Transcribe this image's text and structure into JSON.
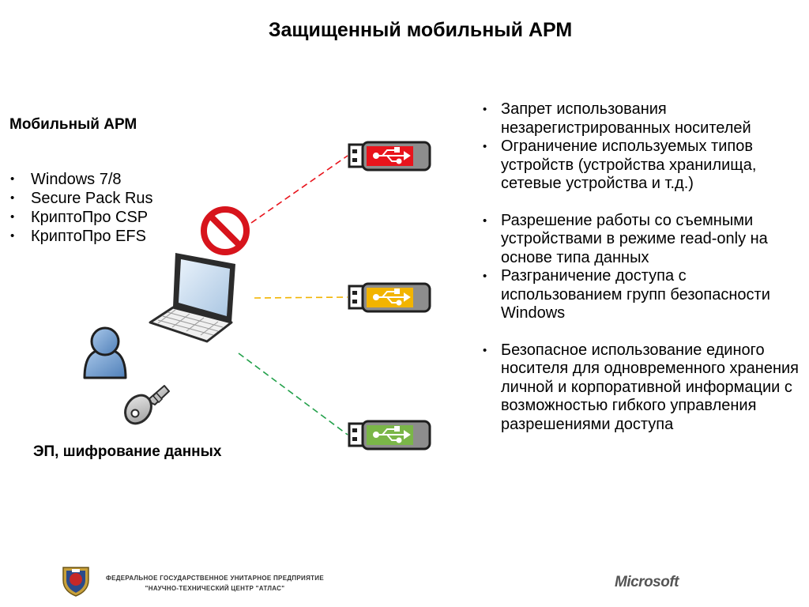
{
  "slide": {
    "title": "Защищенный мобильный АРМ"
  },
  "left_panel": {
    "heading": "Мобильный АРМ",
    "items": [
      "Windows 7/8",
      "Secure Pack Rus",
      "КриптоПро CSP",
      "КриптоПро EFS"
    ],
    "caption": "ЭП, шифрование данных"
  },
  "right_panel": {
    "items": [
      "Запрет использования незарегистрированных носителей",
      "Ограничение используемых типов устройств (устройства хранилища, сетевые устройства и т.д.)",
      "Разрешение работы со съемными устройствами в режиме read-only на основе типа данных",
      "Разграничение доступа с использованием групп безопасности Windows",
      "Безопасное использование единого носителя для одновременного хранения личной и корпоративной информации с возможностью гибкого управления разрешениями доступа"
    ]
  },
  "diagram": {
    "usb_drives": [
      {
        "status": "blocked",
        "color": "#e8141c"
      },
      {
        "status": "read-only",
        "color": "#f2b400"
      },
      {
        "status": "allowed",
        "color": "#7ab648"
      }
    ],
    "link_colors": {
      "blocked": "#e8141c",
      "read-only": "#f2b400",
      "allowed": "#22a04a"
    },
    "icons": [
      "no-entry-icon",
      "laptop-icon",
      "user-icon",
      "key-icon",
      "usb-drive-icon"
    ]
  },
  "footer": {
    "org_line1": "ФЕДЕРАЛЬНОЕ ГОСУДАРСТВЕННОЕ УНИТАРНОЕ ПРЕДПРИЯТИЕ",
    "org_line2": "\"НАУЧНО-ТЕХНИЧЕСКИЙ ЦЕНТР \"АТЛАС\"",
    "partner_logo": "Microsoft"
  }
}
